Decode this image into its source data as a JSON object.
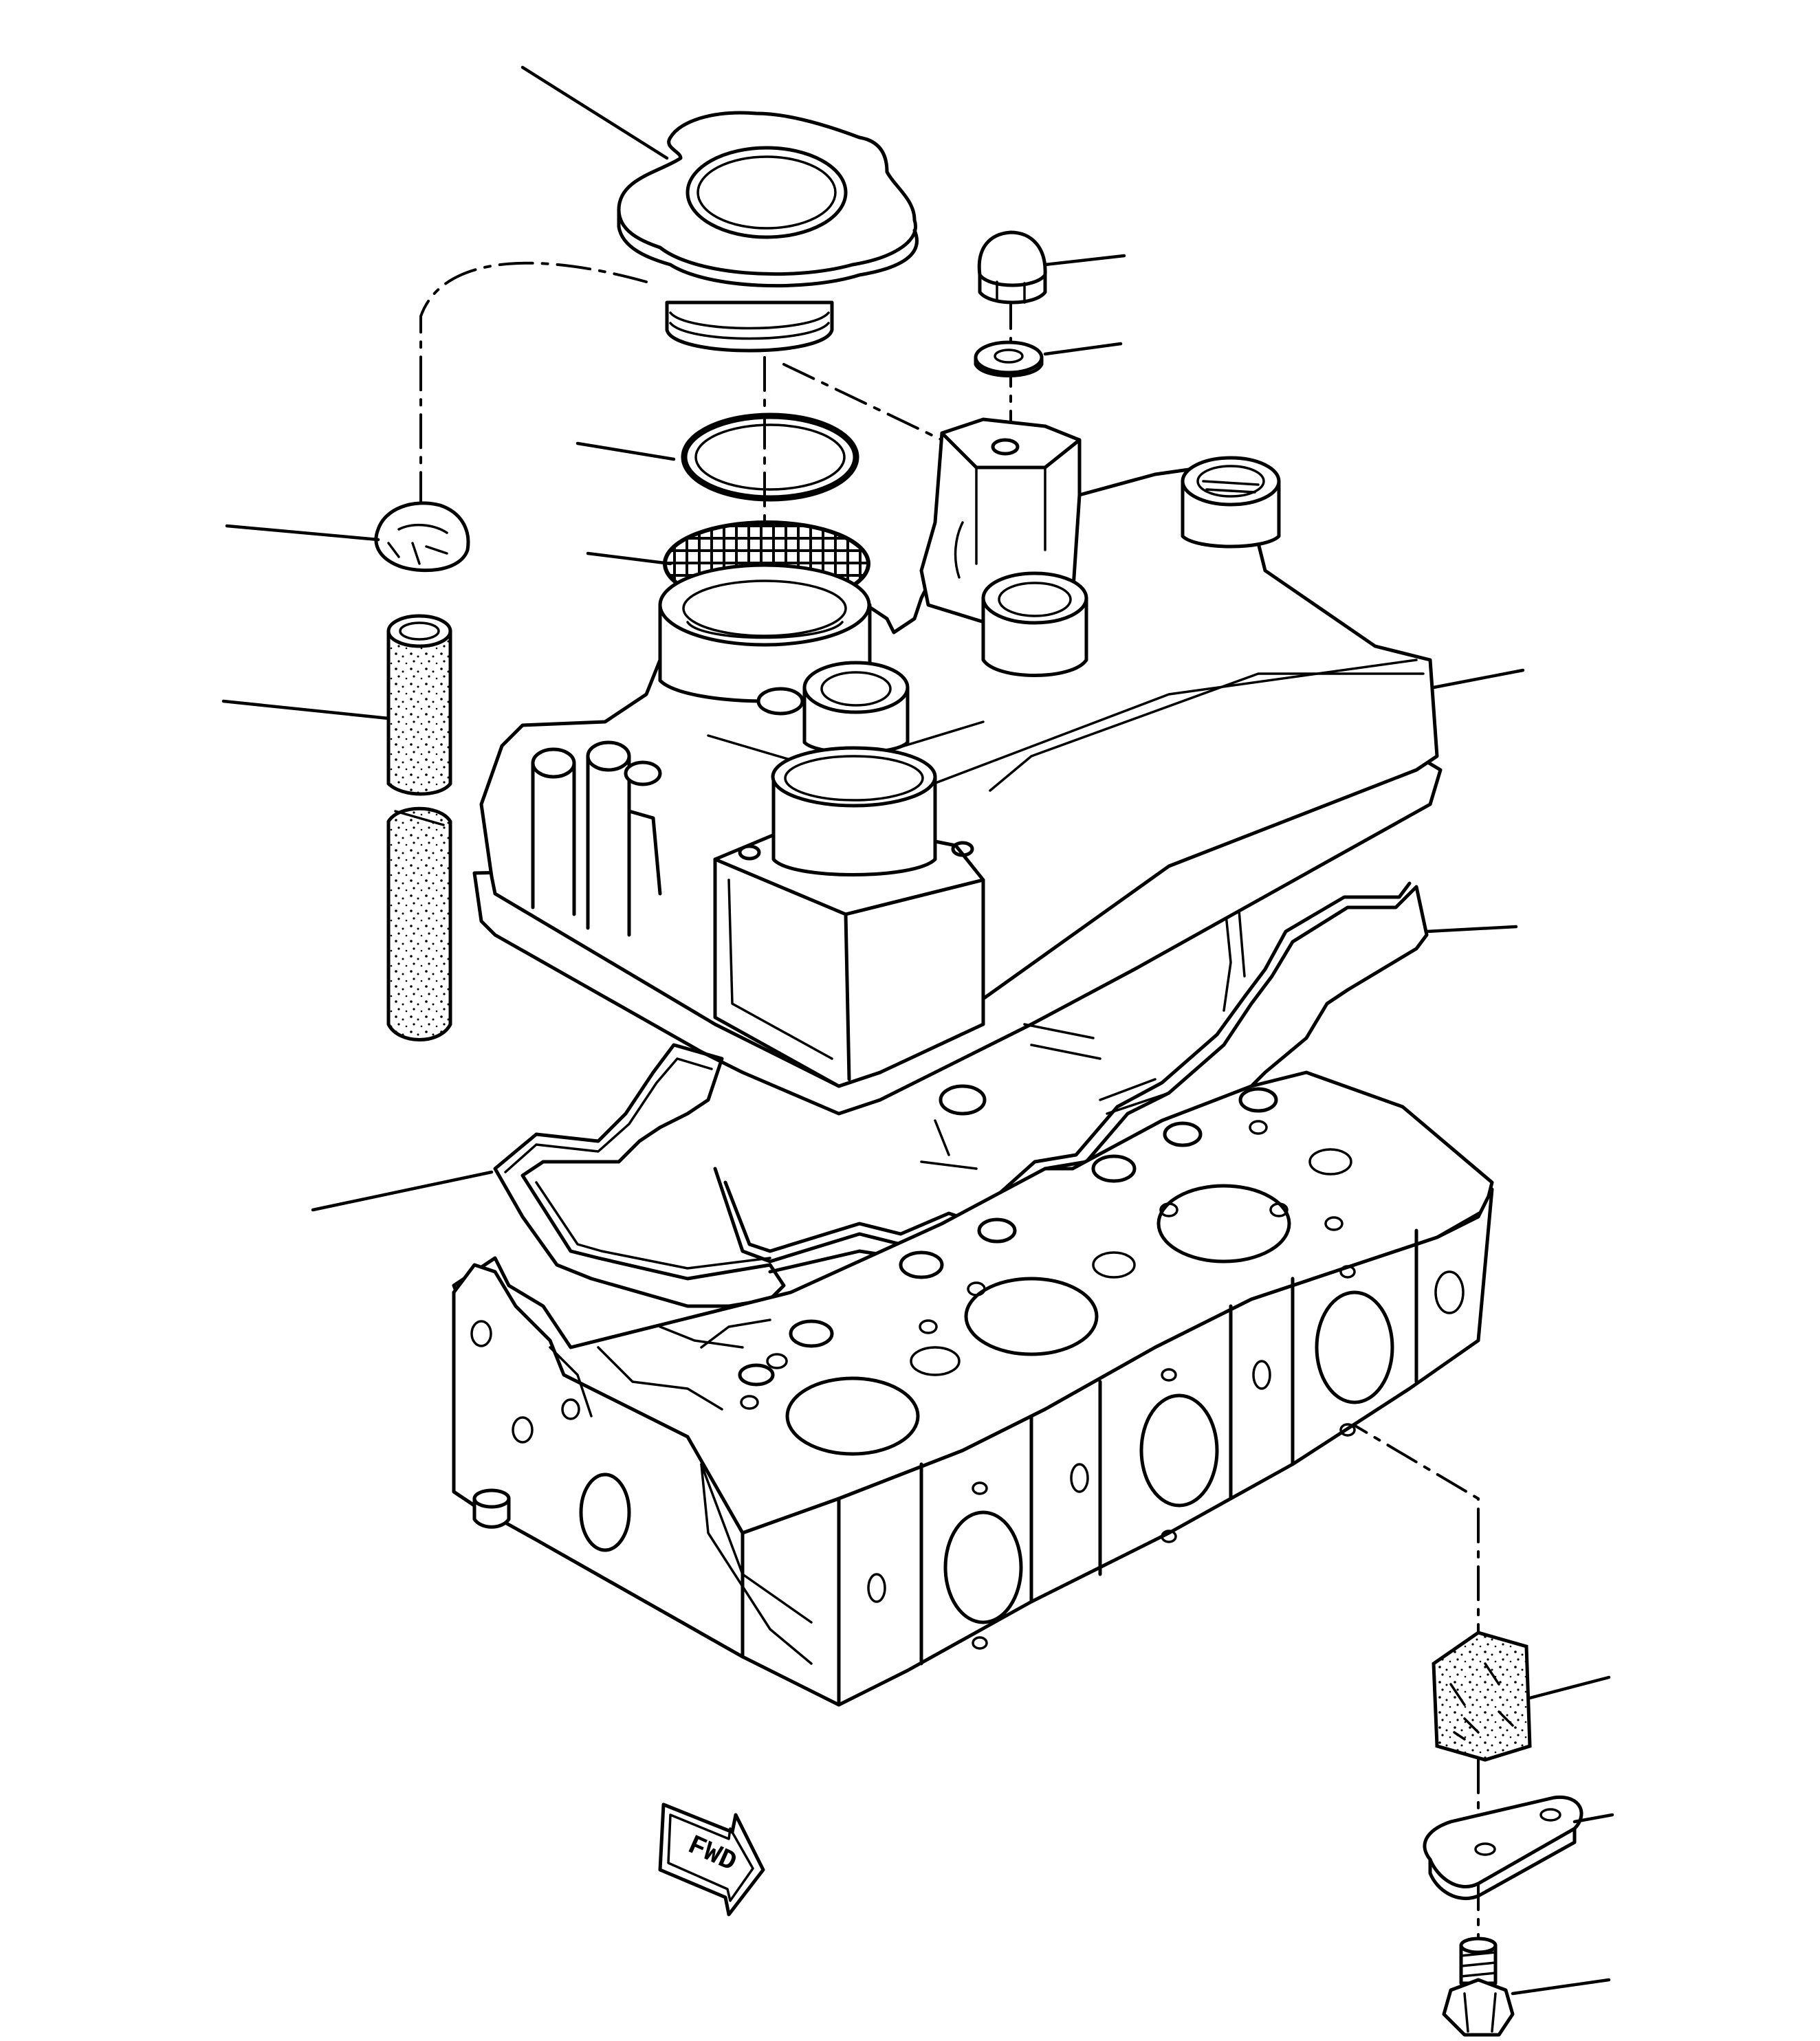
{
  "diagram": {
    "direction_label": "FWD",
    "parts": [
      {
        "id": "oil-filler-cap"
      },
      {
        "id": "cap-nut"
      },
      {
        "id": "sealing-washer"
      },
      {
        "id": "o-ring"
      },
      {
        "id": "strainer-screen"
      },
      {
        "id": "hose-clamp"
      },
      {
        "id": "breather-hose"
      },
      {
        "id": "valve-cover"
      },
      {
        "id": "valve-cover-gasket-right"
      },
      {
        "id": "valve-cover-gasket-left"
      },
      {
        "id": "cylinder-head"
      },
      {
        "id": "filter-element"
      },
      {
        "id": "retaining-plate"
      },
      {
        "id": "bolt"
      }
    ]
  }
}
